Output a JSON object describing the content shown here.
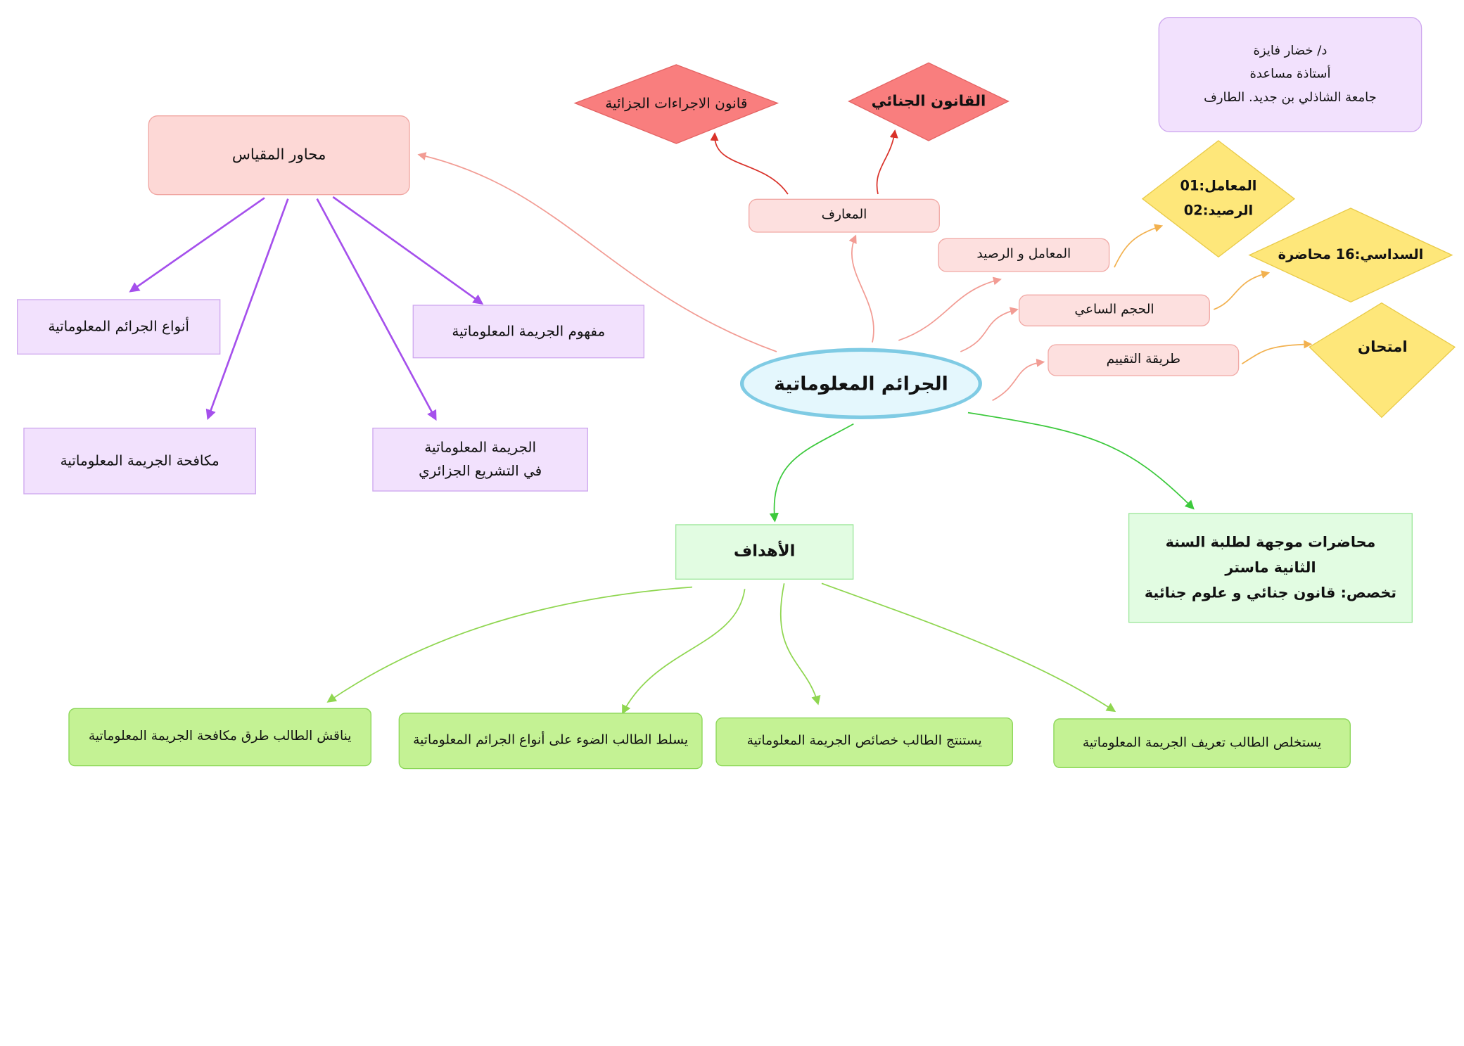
{
  "center": {
    "label": "الجرائم المعلوماتية"
  },
  "author": {
    "name": "د/ خضار فايزة",
    "title": "أستاذة مساعدة",
    "university": "جامعة الشاذلي بن جديد. الطارف"
  },
  "knowledge": {
    "label": "المعارف",
    "penal_law": "القانون الجنائي",
    "procedure_law": "قانون الاجراءات الجزائية"
  },
  "coefficient": {
    "label": "المعامل و الرصيد",
    "coef_value": "المعامل:01",
    "credit_value": "الرصيد:02"
  },
  "hours": {
    "label": "الحجم الساعي",
    "value": "السداسي:16 محاضرة"
  },
  "evaluation": {
    "label": "طريقة التقييم",
    "value": "امتحان"
  },
  "axes": {
    "label": "محاور المقياس",
    "items": [
      "أنواع الجرائم المعلوماتية",
      "مفهوم الجريمة المعلوماتية",
      "مكافحة الجريمة المعلوماتية",
      "الجريمة المعلوماتية",
      "في التشريع الجزائري"
    ]
  },
  "audience": {
    "line1": "محاضرات موجهة لطلبة السنة",
    "line2": "الثانية ماستر",
    "line3": "تخصص: قانون جنائي و علوم جنائية"
  },
  "objectives": {
    "label": "الأهداف",
    "items": [
      "يناقش الطالب طرق مكافحة الجريمة المعلوماتية",
      "يسلط الطالب الضوء على أنواع الجرائم المعلوماتية",
      "يستنتج الطالب خصائص الجريمة المعلوماتية",
      "يستخلص الطالب تعريف الجريمة المعلوماتية"
    ]
  },
  "colors": {
    "pink_link": "#f29c94",
    "red_link": "#d9322a",
    "orange_link": "#f2b14f",
    "purple_link": "#a550ec",
    "green_link": "#3cc93c",
    "lime_link": "#8fd650",
    "red_diamond": "#f97e7e",
    "yellow_diamond": "#fee77a"
  }
}
